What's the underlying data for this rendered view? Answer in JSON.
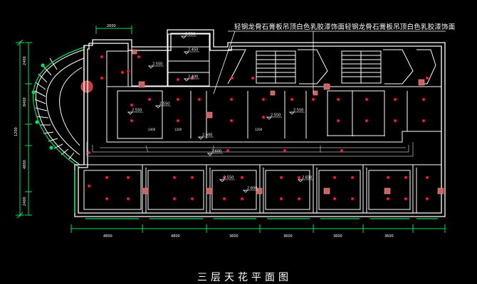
{
  "drawing": {
    "title": "三层天花平面图",
    "ceiling_note": "轻钢龙骨石膏板吊顶白色乳胶漆饰面轻钢龙骨石膏板吊顶白色乳胶漆饰面",
    "colors": {
      "background": "#000000",
      "wall": "#ffffff",
      "beam": "#8a8a8a",
      "light": "#ff1e3c",
      "dimension": "#00e060",
      "column": "#d87878"
    },
    "top_dimension": "2600",
    "bottom_dimensions": [
      "4800",
      "4800",
      "3600",
      "3600",
      "3600",
      "3600"
    ],
    "left_dimensions": [
      "2400",
      "8400",
      "1200",
      "4800",
      "2400"
    ],
    "elevation_tags": [
      {
        "id": "t1",
        "text": "2.550"
      },
      {
        "id": "t2",
        "text": "2.450"
      },
      {
        "id": "t3",
        "text": "2.550"
      },
      {
        "id": "t4",
        "text": "2.400"
      },
      {
        "id": "t5",
        "text": "2.550"
      },
      {
        "id": "t6",
        "text": "2.550"
      },
      {
        "id": "t7",
        "text": "2.550"
      },
      {
        "id": "t8",
        "text": "2.550"
      },
      {
        "id": "t9",
        "text": "2.600"
      },
      {
        "id": "t10",
        "text": "2.600"
      },
      {
        "id": "t11",
        "text": "2.550"
      },
      {
        "id": "t12",
        "text": "2.600"
      },
      {
        "id": "t13",
        "text": "2.650"
      }
    ],
    "small_dims": [
      "2400",
      "1200",
      "1200"
    ]
  }
}
